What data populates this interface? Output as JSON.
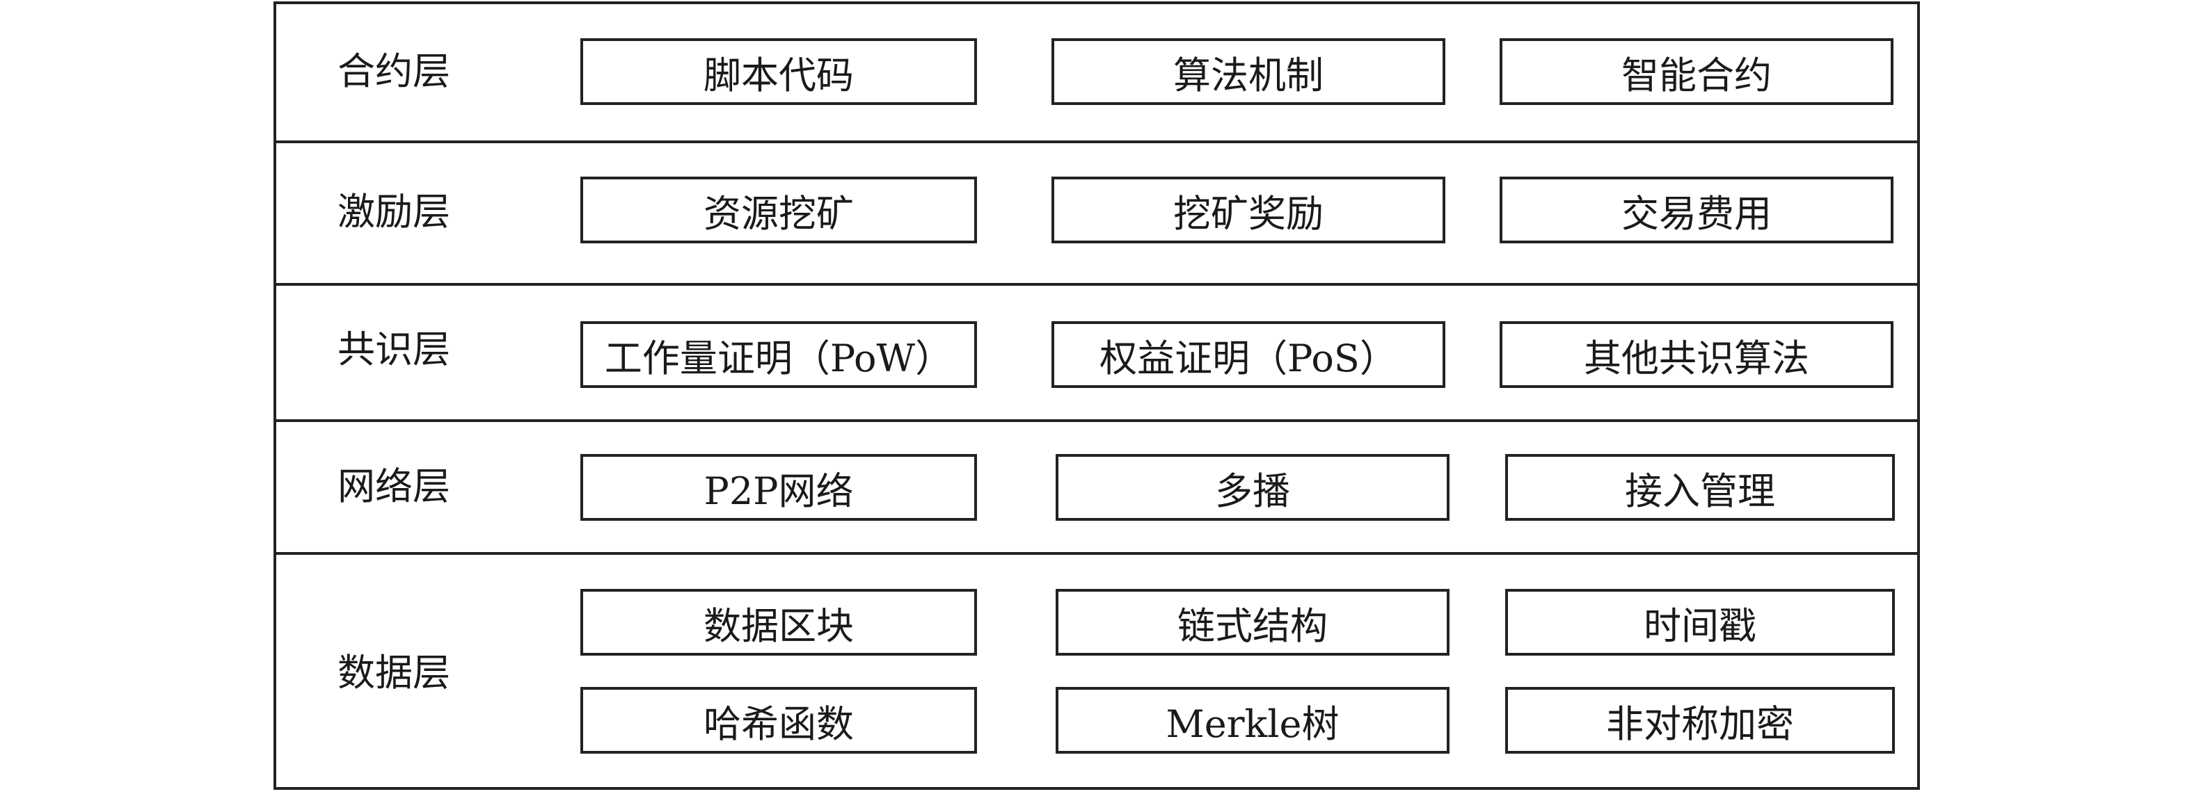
{
  "layers": [
    {
      "label": "合约层",
      "items": [
        "脚本代码",
        "算法机制",
        "智能合约"
      ]
    },
    {
      "label": "激励层",
      "items": [
        "资源挖矿",
        "挖矿奖励",
        "交易费用"
      ]
    },
    {
      "label": "共识层",
      "items": [
        "工作量证明（PoW）",
        "权益证明（PoS）",
        "其他共识算法"
      ]
    },
    {
      "label": "网络层",
      "items": [
        "P2P网络",
        "多播",
        "接入管理"
      ]
    },
    {
      "label": "数据层",
      "items": [
        "数据区块",
        "链式结构",
        "时间戳",
        "哈希函数",
        "Merkle树",
        "非对称加密"
      ]
    }
  ]
}
